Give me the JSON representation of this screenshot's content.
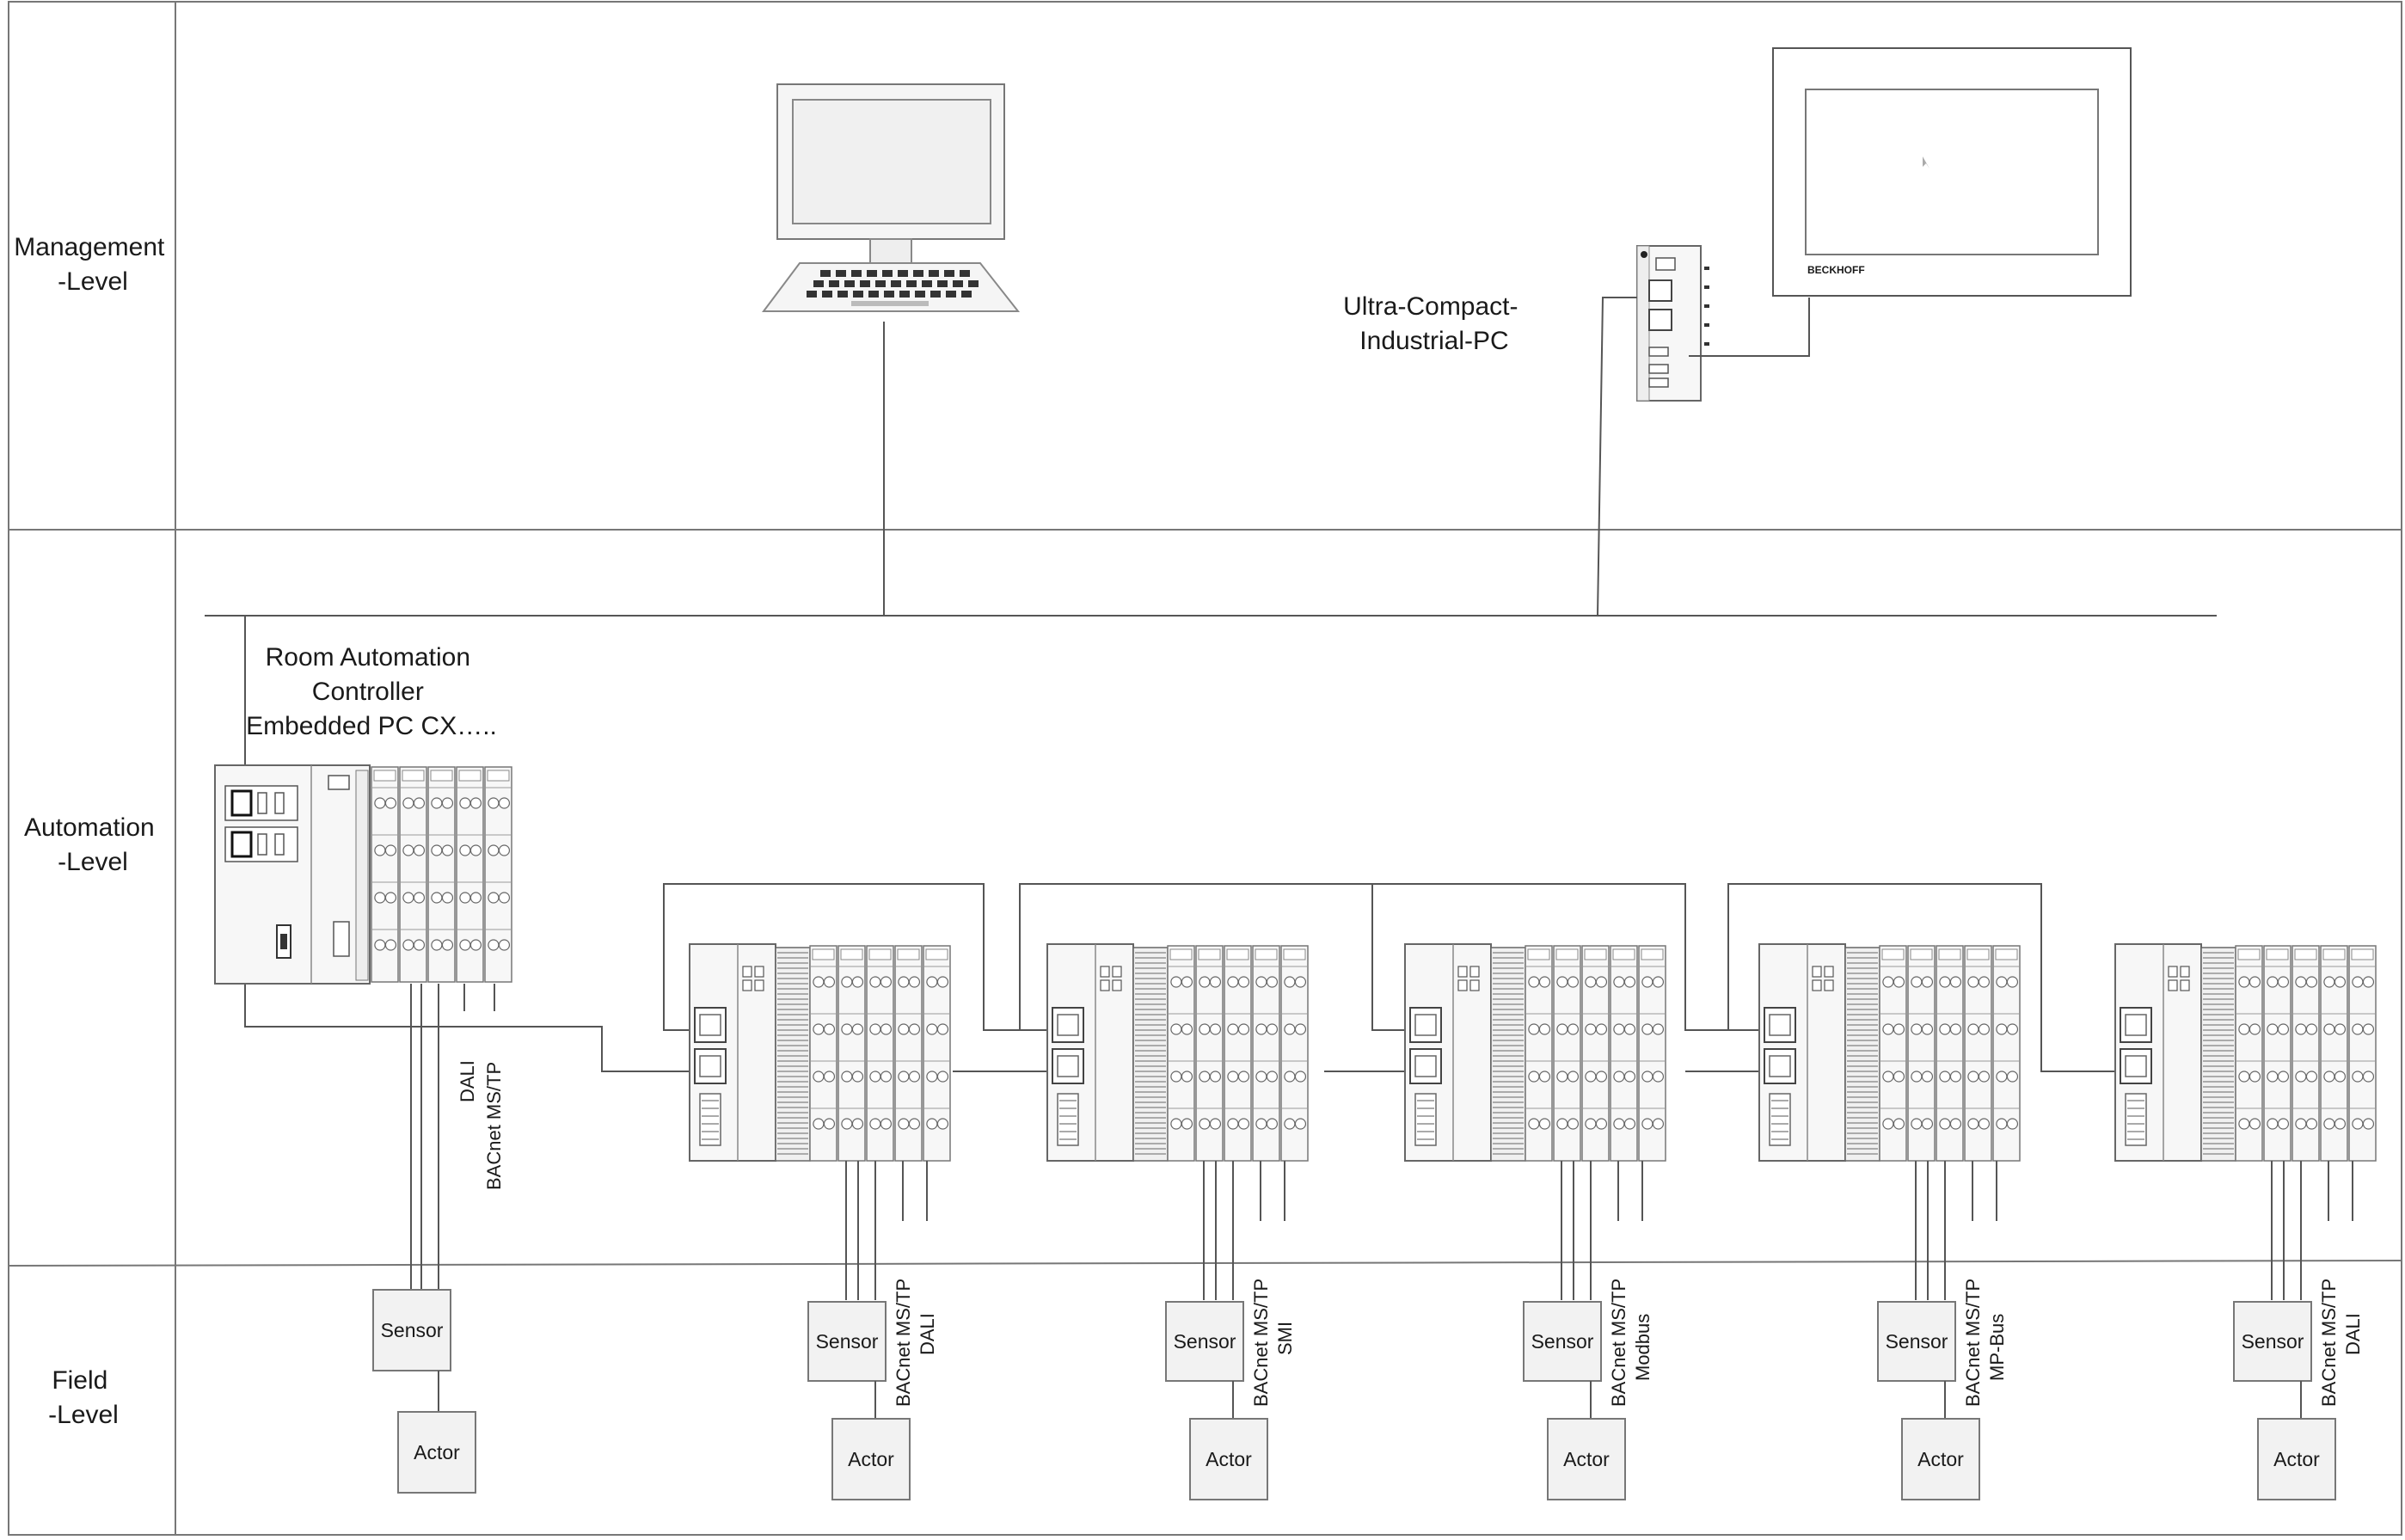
{
  "levels": {
    "management": [
      "Management",
      "-Level"
    ],
    "automation": [
      "Automation",
      "-Level"
    ],
    "field": [
      "Field",
      "-Level"
    ]
  },
  "labels": {
    "ucpc": [
      "Ultra-Compact-",
      "Industrial-PC"
    ],
    "rac": [
      "Room Automation",
      "Controller",
      "Embedded PC CX….."
    ],
    "panel_brand": "BECKHOFF"
  },
  "controller_buses": [
    "DALI",
    "BACnet MS/TP"
  ],
  "devices": {
    "sensor": "Sensor",
    "actor": "Actor"
  },
  "stations": [
    {
      "bus1": "BACnet MS/TP",
      "bus2": "DALI"
    },
    {
      "bus1": "BACnet MS/TP",
      "bus2": "SMI"
    },
    {
      "bus1": "BACnet MS/TP",
      "bus2": "Modbus"
    },
    {
      "bus1": "BACnet MS/TP",
      "bus2": "MP-Bus"
    },
    {
      "bus1": "BACnet MS/TP",
      "bus2": "DALI"
    }
  ],
  "colors": {
    "line": "#555555",
    "device_fill": "#f2f2f2",
    "module_fill": "#f7f7f7"
  }
}
